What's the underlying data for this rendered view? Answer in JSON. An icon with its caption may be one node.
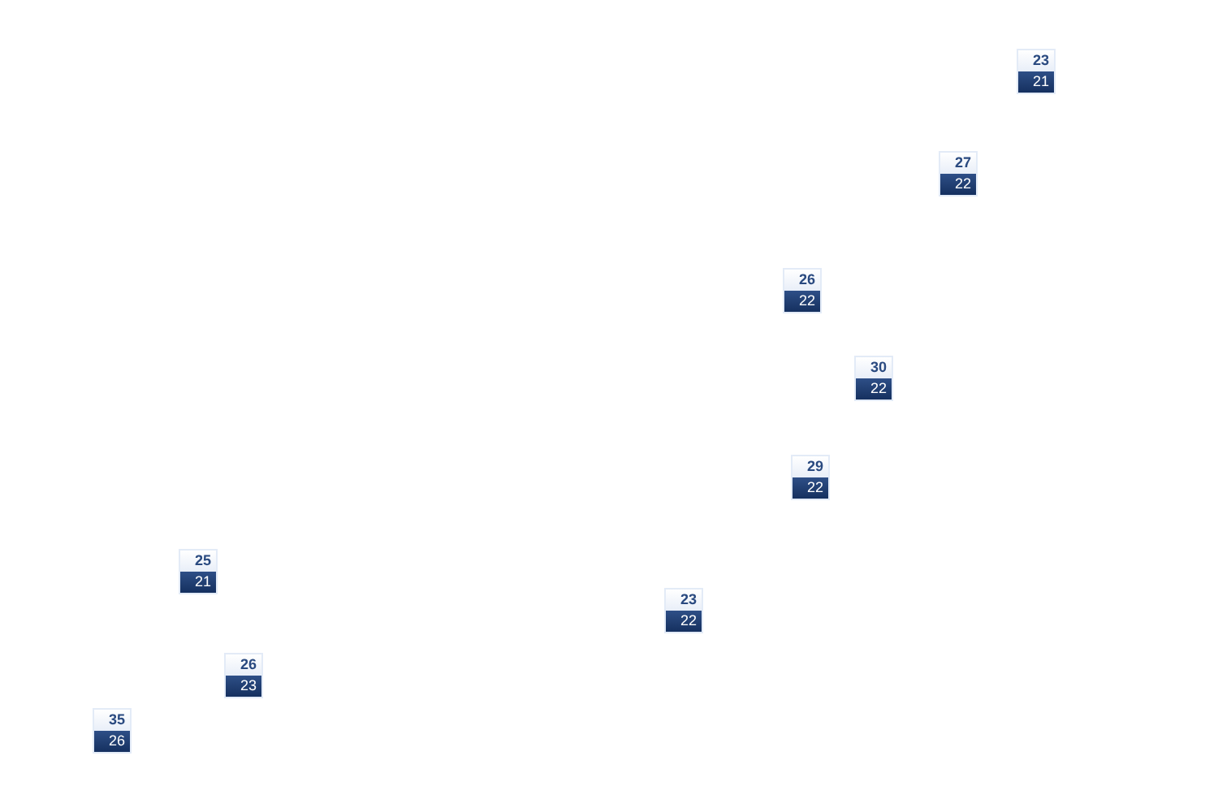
{
  "diagram": {
    "nodes": [
      {
        "text": [
          "23",
          "21"
        ]
      },
      {
        "text": [
          "27",
          "22"
        ]
      },
      {
        "text": [
          "26",
          "22"
        ]
      },
      {
        "text": [
          "30",
          "22"
        ]
      },
      {
        "text": [
          "29",
          "22"
        ]
      },
      {
        "text": [
          "25",
          "21"
        ]
      },
      {
        "text": [
          "23",
          "22"
        ]
      },
      {
        "text": [
          "26",
          "23"
        ]
      },
      {
        "text": [
          "35",
          "26"
        ]
      }
    ]
  }
}
